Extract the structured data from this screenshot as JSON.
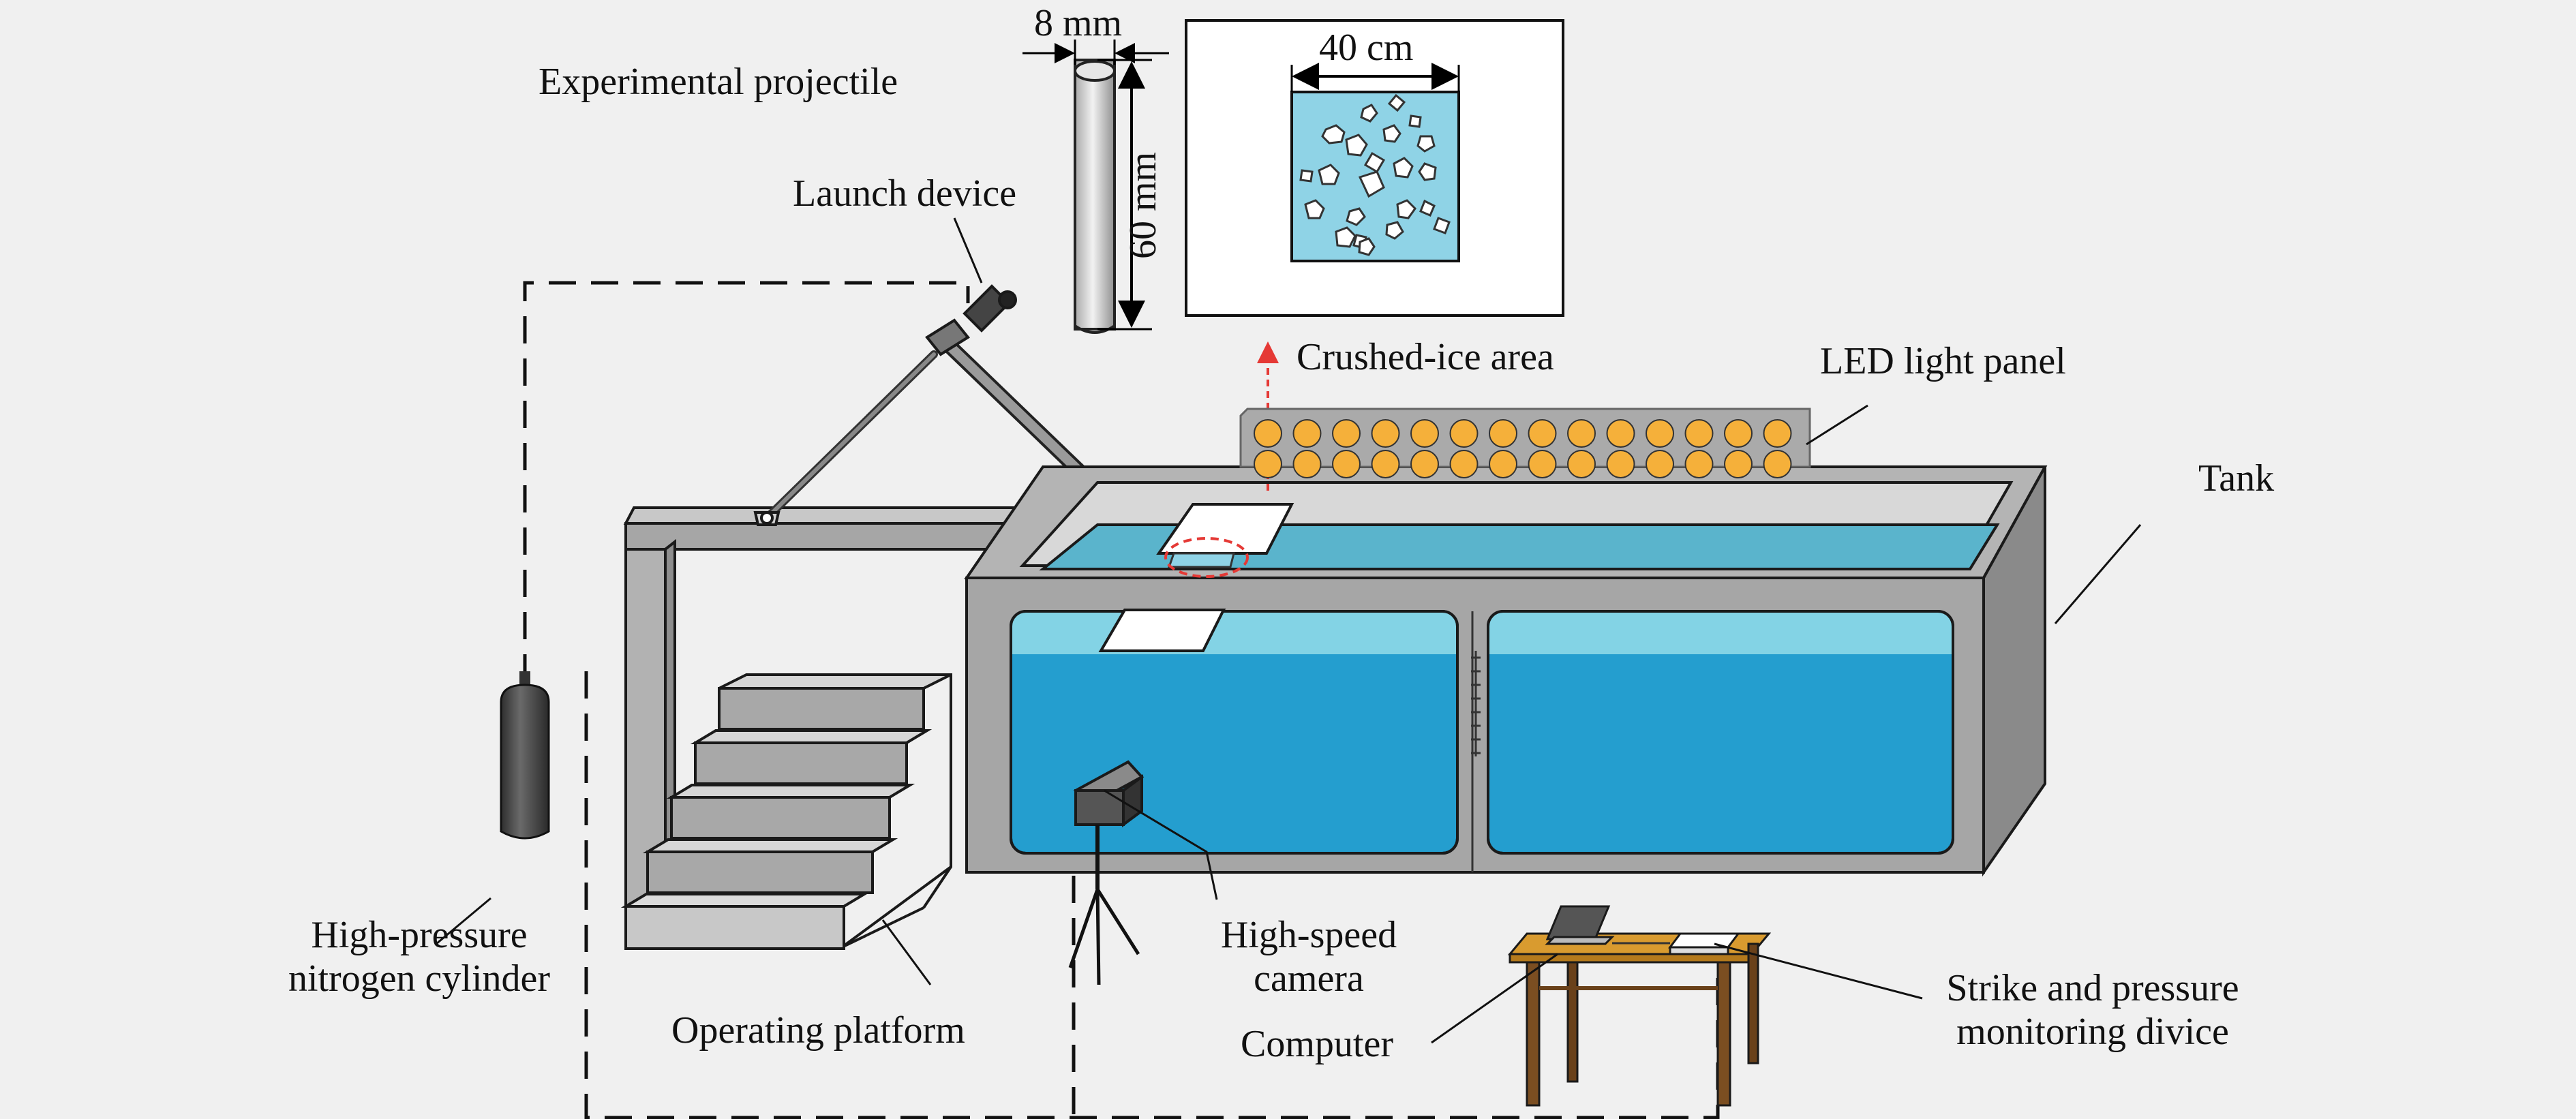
{
  "diagram": {
    "labels": {
      "projectile": "Experimental projectile",
      "launch_device": "Launch device",
      "crushed_ice_area": "Crushed-ice area",
      "led_panel": "LED light panel",
      "tank": "Tank",
      "cylinder_line1": "High-pressure",
      "cylinder_line2": "nitrogen cylinder",
      "operating_platform": "Operating platform",
      "camera_line1": "High-speed",
      "camera_line2": "camera",
      "computer": "Computer",
      "device_line1": "Strike and pressure",
      "device_line2": "monitoring divice"
    },
    "dimensions": {
      "diameter": "8 mm",
      "length": "60 mm",
      "ice_width": "40 cm"
    }
  }
}
